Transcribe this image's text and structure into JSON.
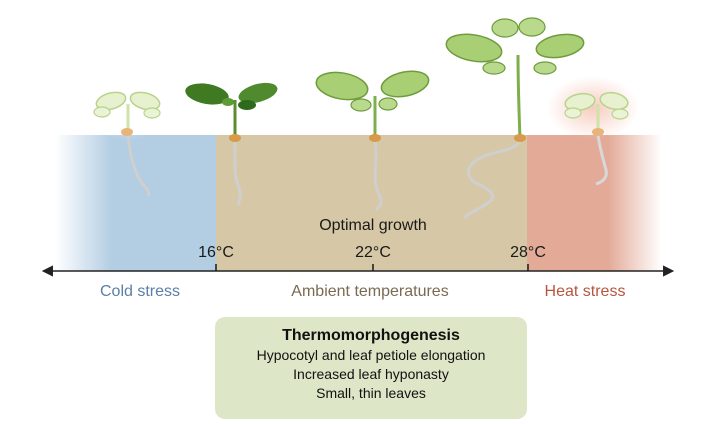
{
  "colors": {
    "cold_zone": "#b3cde3",
    "ambient_zone": "#d6c8a6",
    "heat_zone": "#e3aa98",
    "cold_text": "#5b7fa6",
    "ambient_text": "#7a6a52",
    "heat_text": "#b8553f",
    "leaf_green": "#9cc46a",
    "leaf_dark": "#4f7f2c",
    "seed": "#d99a4a",
    "box_fill": "#dde6c6"
  },
  "axis": {
    "temperatures": [
      "16°C",
      "22°C",
      "28°C"
    ],
    "caption": "Optimal growth"
  },
  "zones": {
    "cold": "Cold stress",
    "ambient": "Ambient temperatures",
    "heat": "Heat stress"
  },
  "box": {
    "title": "Thermomorphogenesis",
    "lines": [
      "Hypocotyl and leaf petiole elongation",
      "Increased leaf hyponasty",
      "Small, thin leaves"
    ]
  },
  "seedlings": [
    {
      "condition": "cold",
      "icon": "pale-seedling-icon"
    },
    {
      "condition": "ambient",
      "icon": "dark-seedling-icon"
    },
    {
      "condition": "ambient",
      "icon": "seedling-icon"
    },
    {
      "condition": "ambient",
      "icon": "elongated-seedling-icon"
    },
    {
      "condition": "heat",
      "icon": "pale-seedling-icon"
    }
  ]
}
